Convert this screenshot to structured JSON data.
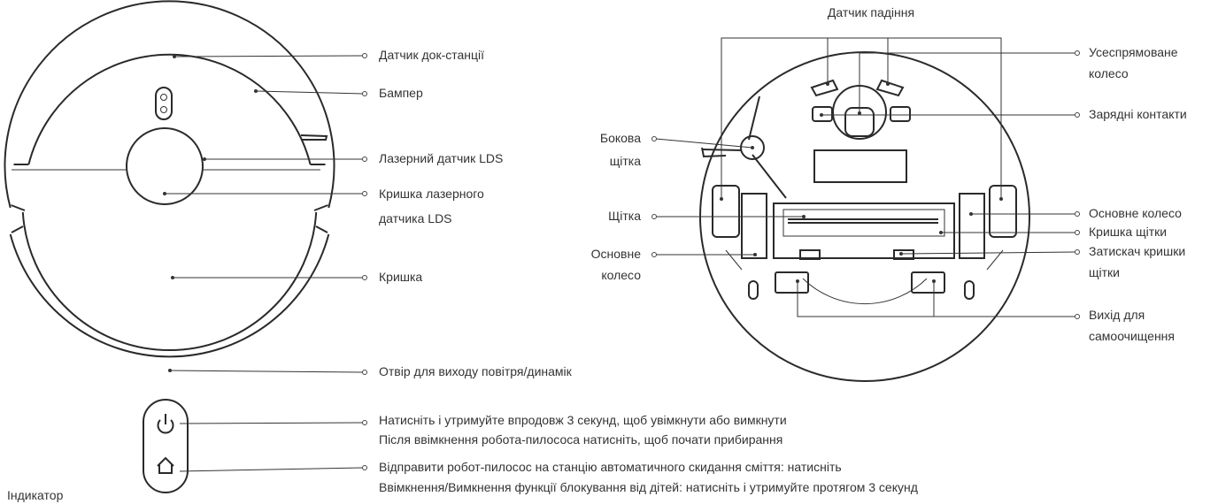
{
  "top_view": {
    "dock_sensor": "Датчик док-станції",
    "bumper": "Бампер",
    "lds_sensor": "Лазерний датчик LDS",
    "lds_cover_1": "Кришка лазерного",
    "lds_cover_2": "датчика LDS",
    "cover": "Кришка",
    "air_outlet": "Отвір для виходу повітря/динамік"
  },
  "bottom_view": {
    "cliff_sensor": "Датчик падіння",
    "omni_wheel_1": "Усеспрямоване",
    "omni_wheel_2": "колесо",
    "charging_contacts": "Зарядні контакти",
    "side_brush_1": "Бокова",
    "side_brush_2": "щітка",
    "main_brush": "Щітка",
    "main_wheel_left_1": "Основне",
    "main_wheel_left_2": "колесо",
    "main_wheel_right": "Основне колесо",
    "brush_cover": "Кришка щітки",
    "brush_cover_clip_1": "Затискач кришки",
    "brush_cover_clip_2": "щітки",
    "self_clean_outlet_1": "Вихід для",
    "self_clean_outlet_2": "самоочищення"
  },
  "buttons": {
    "power_line_1": "Натисніть і утримуйте впродовж 3 секунд, щоб увімкнути або вимкнути",
    "power_line_2": "Після ввімкнення робота-пилососа натисніть, щоб почати прибирання",
    "home_line_1": "Відправити робот-пилосос на станцію автоматичного скидання сміття: натисніть",
    "home_line_2": "Ввімкнення/Вимкнення функції блокування від дітей: натисніть і утримуйте протягом 3 секунд",
    "indicator": "Індикатор",
    "power_icon": "power-icon",
    "home_icon": "home-icon"
  }
}
